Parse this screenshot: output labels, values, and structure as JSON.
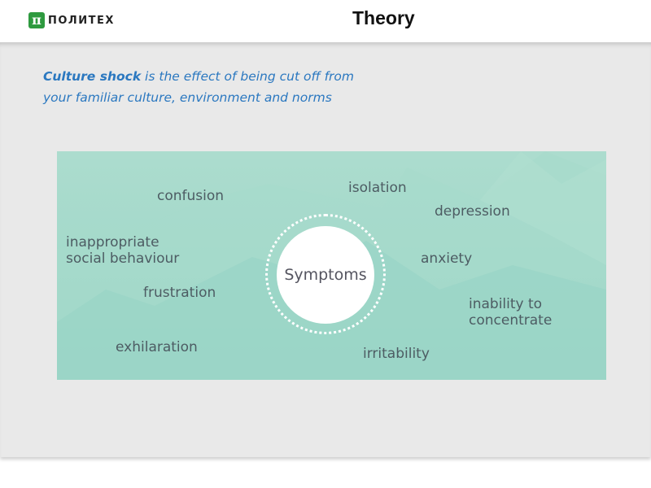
{
  "header": {
    "logo_mark": "π",
    "logo_text": "ПОЛИТЕХ",
    "title": "Theory"
  },
  "intro": {
    "term": "Culture shock",
    "definition": " is the effect of being cut off from your familiar culture, environment and norms"
  },
  "diagram": {
    "center_label": "Symptoms",
    "symptoms": [
      "confusion",
      "isolation",
      "depression",
      "inappropriate\nsocial behaviour",
      "anxiety",
      "frustration",
      "inability to\nconcentrate",
      "exhilaration",
      "irritability"
    ],
    "colors": {
      "panel": "#a3d9ca",
      "text": "#4d5c63",
      "center": "#ffffff"
    }
  },
  "colors": {
    "accent_text": "#2b78c0",
    "slide_bg": "#e9e9e9",
    "logo_green": "#2e9a3f"
  }
}
